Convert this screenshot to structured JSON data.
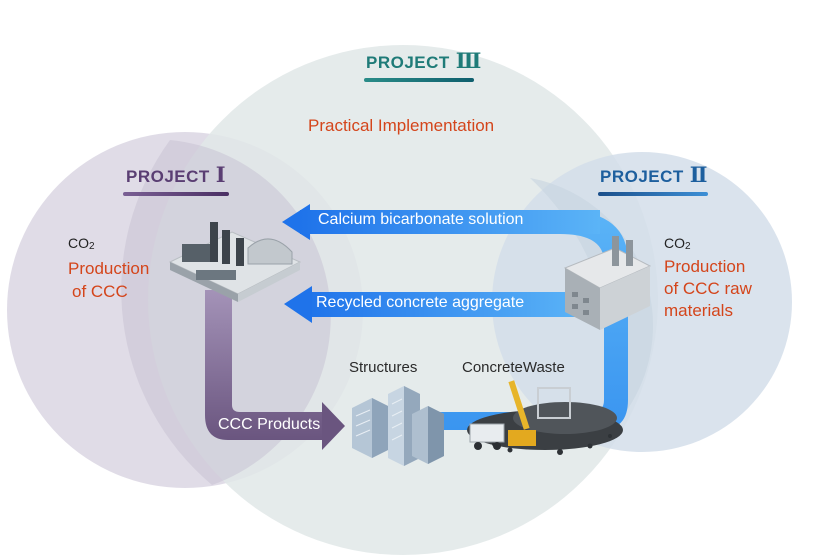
{
  "projects": {
    "p3": {
      "label": "PROJECT",
      "numeral": "Ⅲ",
      "subtitle": "Practical Implementation",
      "color": "#1f7b78"
    },
    "p1": {
      "label": "PROJECT",
      "numeral": "Ⅰ",
      "color": "#5a3e73",
      "co2": "CO",
      "co2_sub": "2",
      "line1": "Production",
      "line2": "of CCC"
    },
    "p2": {
      "label": "PROJECT",
      "numeral": "Ⅱ",
      "color": "#1d5f9e",
      "co2": "CO",
      "co2_sub": "2",
      "line1": "Production",
      "line2": "of CCC raw",
      "line3": "materials"
    }
  },
  "flows": {
    "bicarbonate": "Calcium bicarbonate solution",
    "aggregate": "Recycled concrete aggregate",
    "products": "CCC Products"
  },
  "labels": {
    "structures": "Structures",
    "waste": "ConcreteWaste"
  },
  "colors": {
    "circle_left": "#ddd8e4",
    "circle_top": "#dfe5e5",
    "circle_right": "#d7e0ea",
    "blue_arrow": "#3f9bf2",
    "purple_arrow": "#7d6a93",
    "accent_text": "#d4451b"
  }
}
